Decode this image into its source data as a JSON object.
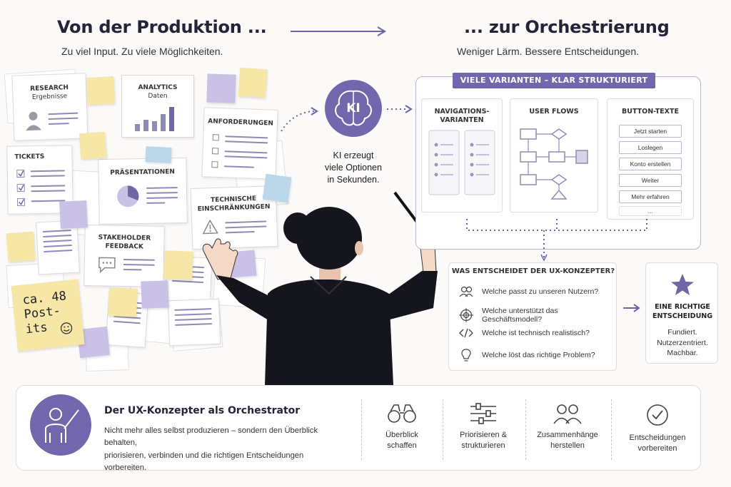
{
  "left": {
    "title": "Von der Produktion ...",
    "subtitle": "Zu viel Input. Zu viele Möglichkeiten."
  },
  "right": {
    "title": "... zur Orchestrierung",
    "subtitle": "Weniger Lärm. Bessere Entscheidungen."
  },
  "cards": {
    "research": "RESEARCH",
    "research_sub": "Ergebnisse",
    "analytics": "ANALYTICS",
    "analytics_sub": "Daten",
    "anforderungen": "ANFORDERUNGEN",
    "tickets": "TICKETS",
    "praesentationen": "PRÄSENTATIONEN",
    "technische1": "TECHNISCHE",
    "technische2": "EINSCHRÄNKUNGEN",
    "stakeholder1": "STAKEHOLDER",
    "stakeholder2": "FEEDBACK"
  },
  "postits": {
    "line1": "ca. 48",
    "line2": "Post-its"
  },
  "ki": {
    "badge": "KI",
    "caption1": "KI erzeugt",
    "caption2": "viele Optionen",
    "caption3": "in Sekunden."
  },
  "variants": {
    "header": "VIELE VARIANTEN – KLAR STRUKTURIERT",
    "nav1": "NAVIGATIONS-",
    "nav2": "VARIANTEN",
    "flows": "USER FLOWS",
    "buttons_title": "BUTTON-TEXTE",
    "buttons": [
      "Jetzt starten",
      "Loslegen",
      "Konto erstellen",
      "Weiter",
      "Mehr erfahren",
      "..."
    ]
  },
  "decide": {
    "title": "WAS ENTSCHEIDET DER UX-KONZEPTER?",
    "questions": [
      "Welche passt zu unseren Nutzern?",
      "Welche unterstützt das Geschäftsmodell?",
      "Welche ist technisch realistisch?",
      "Welche löst das richtige Problem?"
    ]
  },
  "result": {
    "title1": "EINE RICHTIGE",
    "title2": "ENTSCHEIDUNG",
    "l1": "Fundiert.",
    "l2": "Nutzerzentriert.",
    "l3": "Machbar."
  },
  "footer": {
    "title": "Der UX-Konzepter als Orchestrator",
    "text1": "Nicht mehr alles selbst produzieren – sondern den Überblick behalten,",
    "text2": "priorisieren, verbinden und die richtigen Entscheidungen vorbereiten.",
    "items": [
      {
        "l1": "Überblick",
        "l2": "schaffen",
        "icon": "binoculars-icon"
      },
      {
        "l1": "Priorisieren &",
        "l2": "strukturieren",
        "icon": "sliders-icon"
      },
      {
        "l1": "Zusammenhänge",
        "l2": "herstellen",
        "icon": "people-icon"
      },
      {
        "l1": "Entscheidungen",
        "l2": "vorbereiten",
        "icon": "check-circle-icon"
      }
    ]
  },
  "colors": {
    "accent": "#7267ad",
    "ink": "#23243a",
    "sticky_yellow": "#f6e7a6",
    "sticky_purple": "#c9c1e6"
  }
}
